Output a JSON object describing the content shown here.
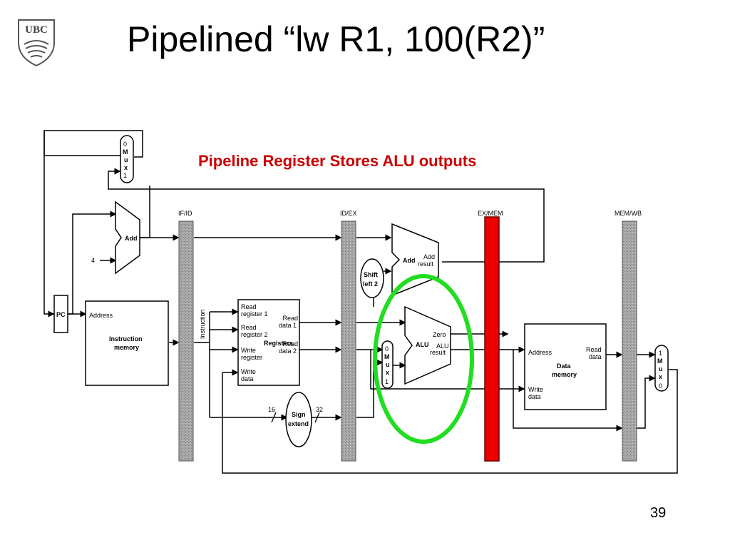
{
  "slide": {
    "logo_text": "UBC",
    "title": "Pipelined “lw R1, 100(R2)”",
    "caption": "Pipeline Register Stores ALU outputs",
    "page_number": "39"
  },
  "colors": {
    "caption": "#cc0000",
    "highlight_register": "#ee0000",
    "highlight_circle": "#22dd22",
    "pipeline_register": "#9a9a9a"
  },
  "pipeline_registers": [
    "IF/ID",
    "ID/EX",
    "EX/MEM",
    "MEM/WB"
  ],
  "components": {
    "pc": "PC",
    "adder_if": "Add",
    "const_four": "4",
    "mux_pc": [
      "0",
      "M",
      "u",
      "x",
      "1"
    ],
    "instruction_memory": {
      "address": "Address",
      "name_line1": "Instruction",
      "name_line2": "memory"
    },
    "instruction_label": "Instruction",
    "registers": {
      "name": "Registers",
      "read_reg1": [
        "Read",
        "register 1"
      ],
      "read_reg2": [
        "Read",
        "register 2"
      ],
      "write_reg": [
        "Write",
        "register"
      ],
      "write_data": [
        "Write",
        "data"
      ],
      "read_data1": [
        "Read",
        "data 1"
      ],
      "read_data2": [
        "Read",
        "data 2"
      ]
    },
    "sign_extend": {
      "line1": "Sign",
      "line2": "extend",
      "in_bits": "16",
      "out_bits": "32"
    },
    "shift_left": {
      "line1": "Shift",
      "line2": "left 2"
    },
    "adder_ex": {
      "name": "Add",
      "out1": "Add",
      "out2": "result"
    },
    "mux_alu": [
      "0",
      "M",
      "u",
      "x",
      "1"
    ],
    "alu": {
      "name": "ALU",
      "zero": "Zero",
      "result1": "ALU",
      "result2": "result"
    },
    "data_memory": {
      "address": "Address",
      "read1": "Read",
      "read2": "data",
      "name1": "Data",
      "name2": "memory",
      "write1": "Write",
      "write2": "data"
    },
    "mux_wb": [
      "1",
      "M",
      "u",
      "x",
      "0"
    ]
  }
}
